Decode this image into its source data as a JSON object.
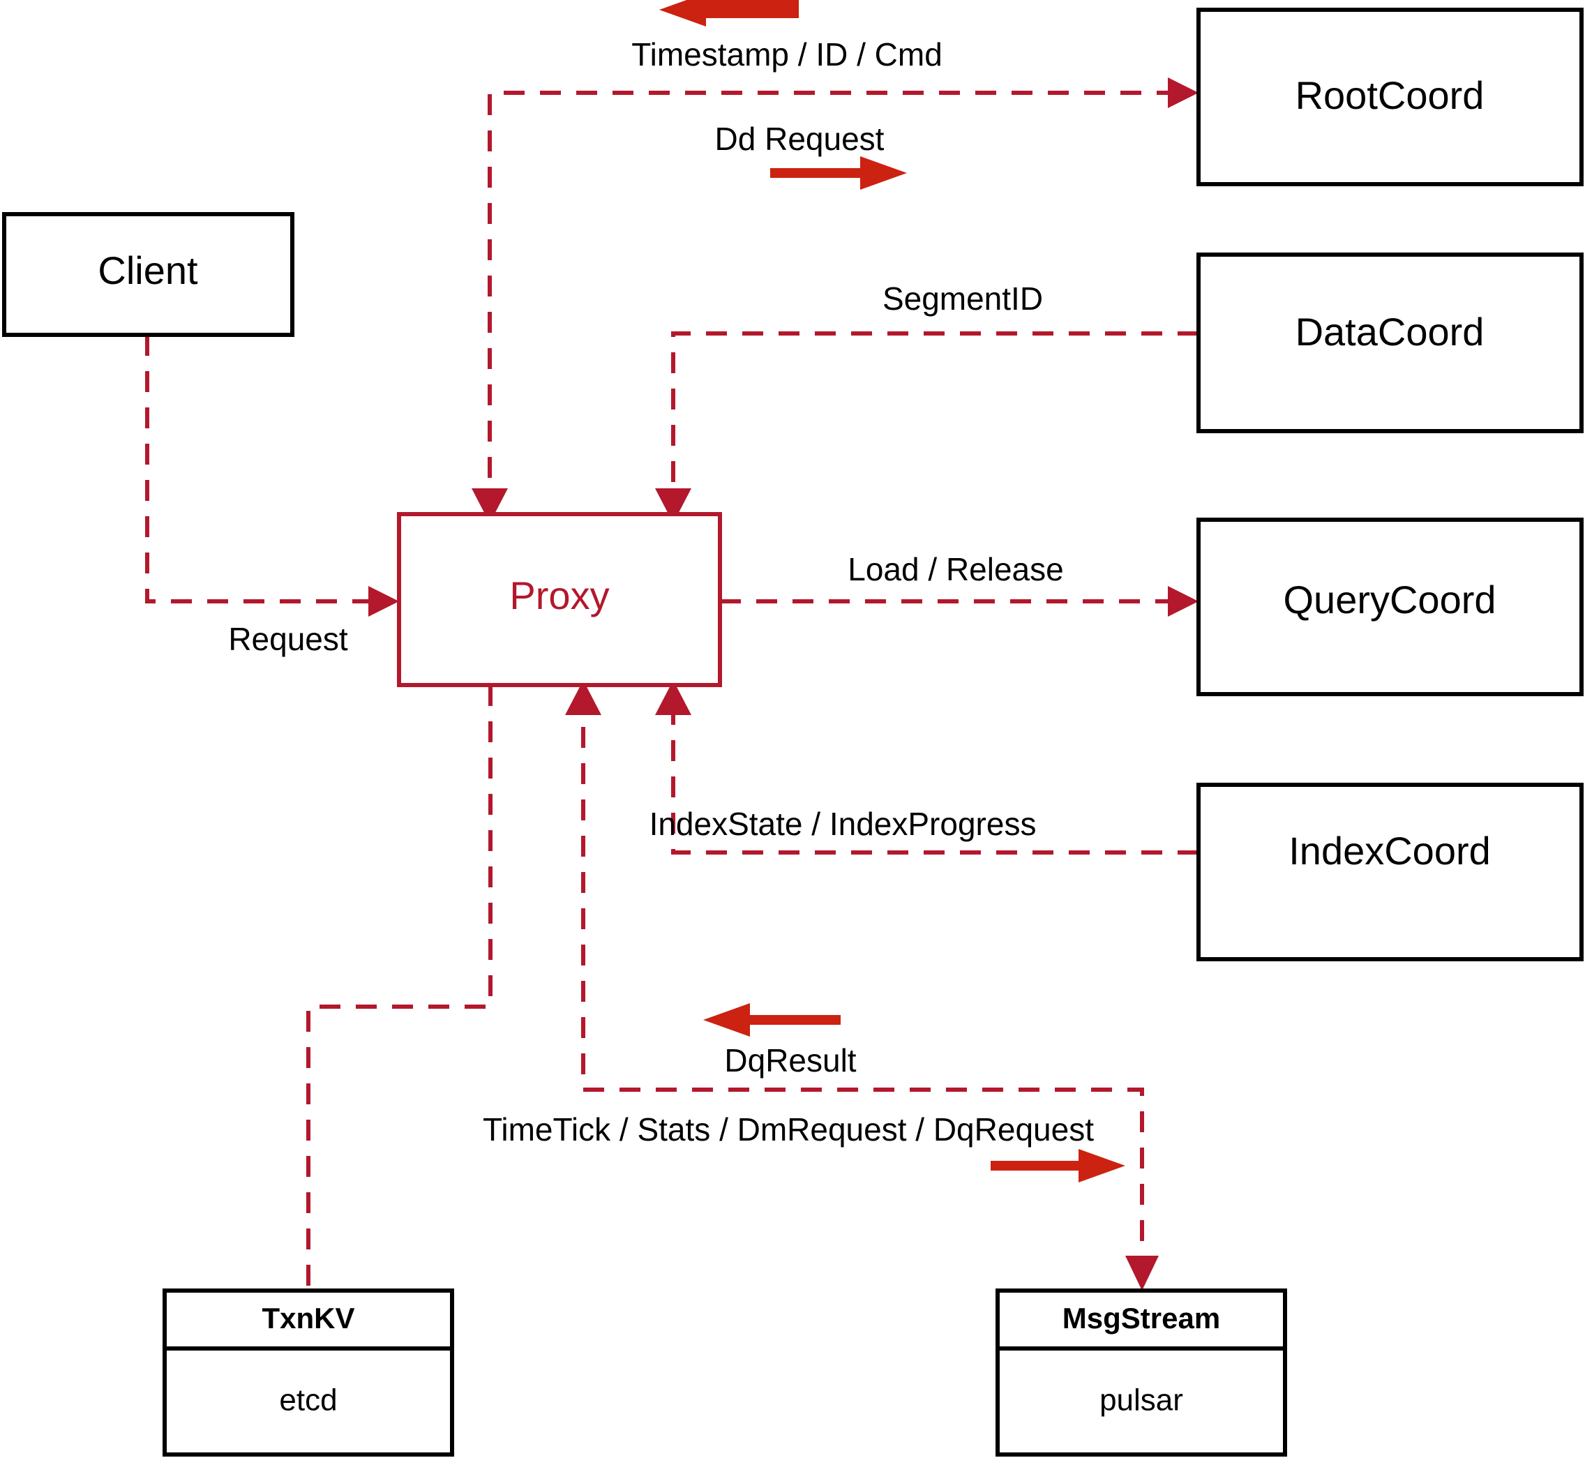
{
  "diagram": {
    "title": "Proxy architecture flow",
    "colors": {
      "flow_line": "#b3182c",
      "direction_arrow": "#cc2211",
      "node_border": "#000000",
      "proxy_border": "#b3182c",
      "proxy_text": "#b3182c",
      "background": "#ffffff"
    },
    "nodes": {
      "client": {
        "label": "Client"
      },
      "proxy": {
        "label": "Proxy"
      },
      "root_coord": {
        "label": "RootCoord"
      },
      "data_coord": {
        "label": "DataCoord"
      },
      "query_coord": {
        "label": "QueryCoord"
      },
      "index_coord": {
        "label": "IndexCoord"
      },
      "txn_kv": {
        "header": "TxnKV",
        "body": "etcd"
      },
      "msg_stream": {
        "header": "MsgStream",
        "body": "pulsar"
      }
    },
    "edges": [
      {
        "id": "client-to-proxy",
        "label": "Request",
        "from": "client",
        "to": "proxy",
        "direction": "right"
      },
      {
        "id": "rootcoord-response",
        "label": "Timestamp / ID / Cmd",
        "from": "root_coord",
        "to": "proxy",
        "direction": "left"
      },
      {
        "id": "proxy-to-rootcoord",
        "label": "Dd Request",
        "from": "proxy",
        "to": "root_coord",
        "direction": "right"
      },
      {
        "id": "datacoord-to-proxy",
        "label": "SegmentID",
        "from": "data_coord",
        "to": "proxy",
        "direction": "left"
      },
      {
        "id": "proxy-to-querycoord",
        "label": "Load / Release",
        "from": "proxy",
        "to": "query_coord",
        "direction": "right"
      },
      {
        "id": "indexcoord-to-proxy",
        "label": "IndexState / IndexProgress",
        "from": "index_coord",
        "to": "proxy",
        "direction": "left"
      },
      {
        "id": "msgstream-to-proxy",
        "label": "DqResult",
        "from": "msg_stream",
        "to": "proxy",
        "direction": "left"
      },
      {
        "id": "proxy-to-msgstream",
        "label": "TimeTick / Stats / DmRequest / DqRequest",
        "from": "proxy",
        "to": "msg_stream",
        "direction": "right"
      },
      {
        "id": "proxy-to-txnkv",
        "label": "",
        "from": "proxy",
        "to": "txn_kv",
        "direction": "none"
      }
    ]
  }
}
